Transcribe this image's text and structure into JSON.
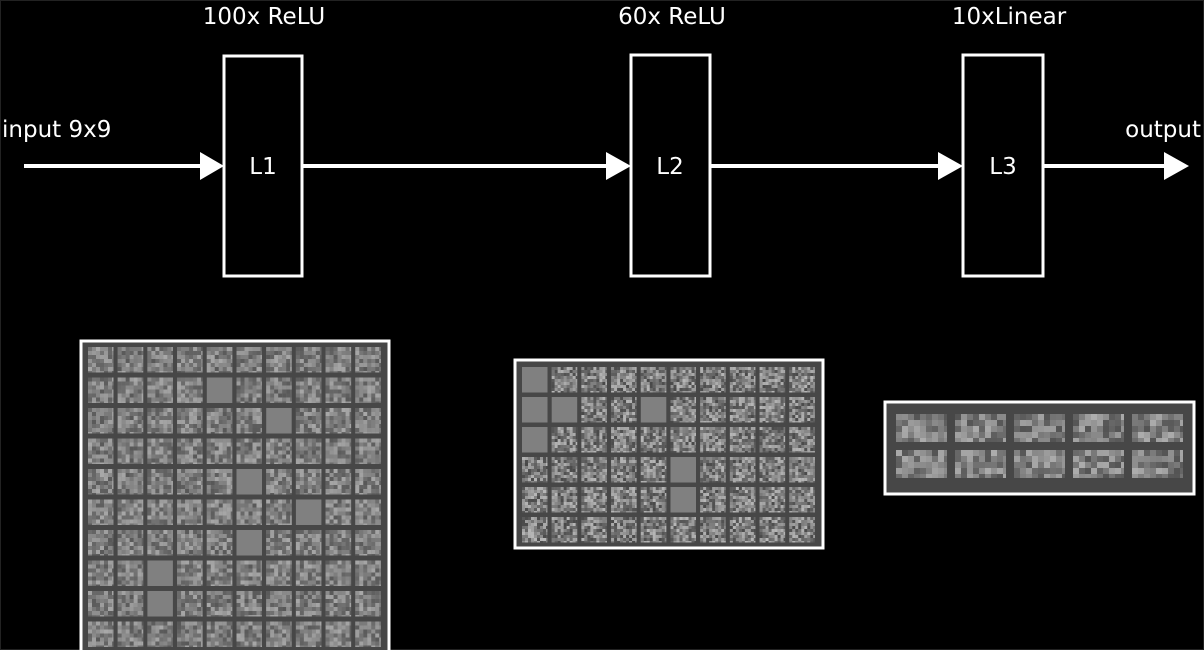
{
  "background_color": "#000000",
  "foreground_color": "#ffffff",
  "input_label": "input 9x9",
  "output_label": "output",
  "layers": [
    {
      "id": "l1",
      "box_label": "L1",
      "caption": "100x ReLU",
      "filter_rows": 10,
      "filter_cols": 10
    },
    {
      "id": "l2",
      "box_label": "L2",
      "caption": "60x ReLU",
      "filter_rows": 6,
      "filter_cols": 10
    },
    {
      "id": "l3",
      "box_label": "L3",
      "caption": "10xLinear",
      "filter_rows": 2,
      "filter_cols": 5
    }
  ]
}
